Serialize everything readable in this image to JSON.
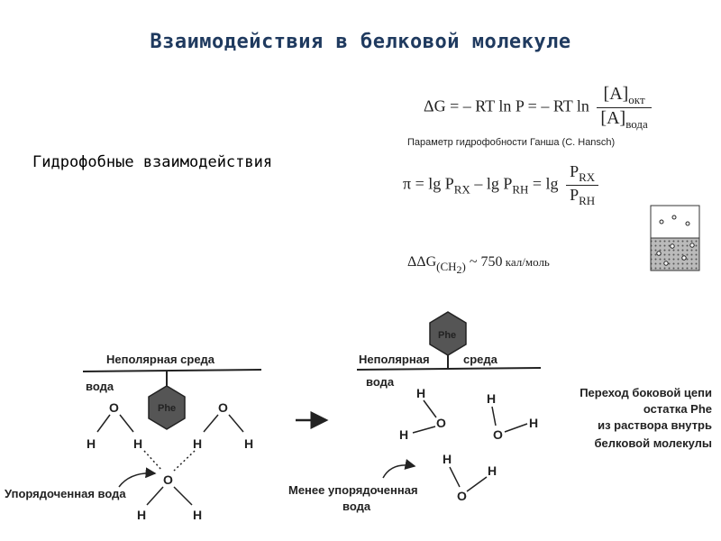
{
  "title": "Взаимодействия в белковой молекуле",
  "subtitle": "Гидрофобные взаимодействия",
  "formulas": {
    "gibbs": {
      "lhs": "ΔG = – RT ln P = – RT ln",
      "numerator": "[A]",
      "numerator_sub": "окт",
      "denominator": "[A]",
      "denominator_sub": "вода"
    },
    "hansch_caption": "Параметр гидрофобности Ганша (C. Hansch)",
    "pi": {
      "lhs": "π = lg P",
      "sub1": "RX",
      "mid": " – lg P",
      "sub2": "RH",
      "eq": " = lg",
      "num": "P",
      "num_sub": "RX",
      "den": "P",
      "den_sub": "RH"
    },
    "ddg": {
      "lhs": "ΔΔG",
      "sub": "(CH",
      "sub_2": "2",
      "sub_close": ")",
      "value": " ~ 750",
      "unit": " кал/моль"
    }
  },
  "diagram": {
    "left": {
      "nonpolar_label": "Неполярная среда",
      "water_label": "вода",
      "residue": "Phe",
      "ordered_water_label": "Упорядоченная вода",
      "atom_o": "O",
      "atom_h": "H"
    },
    "right": {
      "nonpolar_label_a": "Неполярная",
      "nonpolar_label_b": "среда",
      "water_label": "вода",
      "residue": "Phe",
      "less_ordered_line1": "Менее упорядоченная",
      "less_ordered_line2": "вода",
      "caption_lines": [
        "Переход боковой цепи",
        "остатка Phe",
        "из раствора внутрь",
        "белковой молекулы"
      ]
    }
  },
  "colors": {
    "title": "#1f3a5f",
    "phe_fill": "#555555"
  }
}
